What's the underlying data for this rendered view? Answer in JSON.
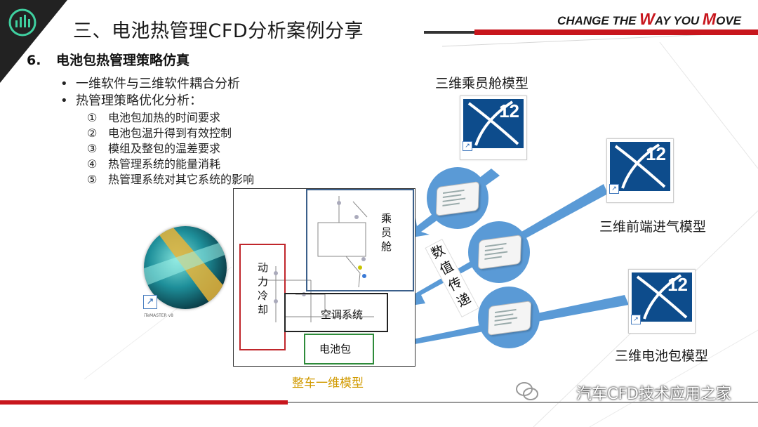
{
  "header": {
    "title": "三、电池热管理CFD分析案例分享",
    "slogan_prefix": "CHANGE THE ",
    "slogan_w": "W",
    "slogan_mid": "AY YOU ",
    "slogan_m": "M",
    "slogan_end": "OVE"
  },
  "section": {
    "number": "6.",
    "title": "电池包热管理策略仿真"
  },
  "bullets": [
    {
      "dot": "•",
      "text": "一维软件与三维软件耦合分析"
    },
    {
      "dot": "•",
      "text": "热管理策略优化分析："
    }
  ],
  "sub_items": [
    {
      "mark": "①",
      "text": "电池包加热的时间要求"
    },
    {
      "mark": "②",
      "text": "电池包温升得到有效控制"
    },
    {
      "mark": "③",
      "text": "模组及整包的温差要求"
    },
    {
      "mark": "④",
      "text": "热管理系统的能量消耗"
    },
    {
      "mark": "⑤",
      "text": "热管理系统对其它系统的影响"
    }
  ],
  "models": {
    "cabin": "三维乘员舱模型",
    "front_intake": "三维前端进气模型",
    "battery_pack": "三维电池包模型",
    "icon_version": "12"
  },
  "diagram": {
    "cabin_label": "乘\n员\n舱",
    "power_cooling": "动\n力\n冷\n却",
    "ac_system": "空调系统",
    "battery_pack": "电池包",
    "caption": "整车一维模型",
    "data_transfer": "数值传递"
  },
  "imaster_caption": "iTeMASTER v8",
  "watermark": "汽车CFD技术应用之家",
  "colors": {
    "accent_red": "#c8161d",
    "tile_blue": "#0d4c8c",
    "connector_blue": "#5a9ad6",
    "cabin_box": "#3b5f8a",
    "power_box": "#c0262b",
    "ac_box": "#222222",
    "battery_box": "#2e8b3a",
    "caption": "#d19a00"
  }
}
